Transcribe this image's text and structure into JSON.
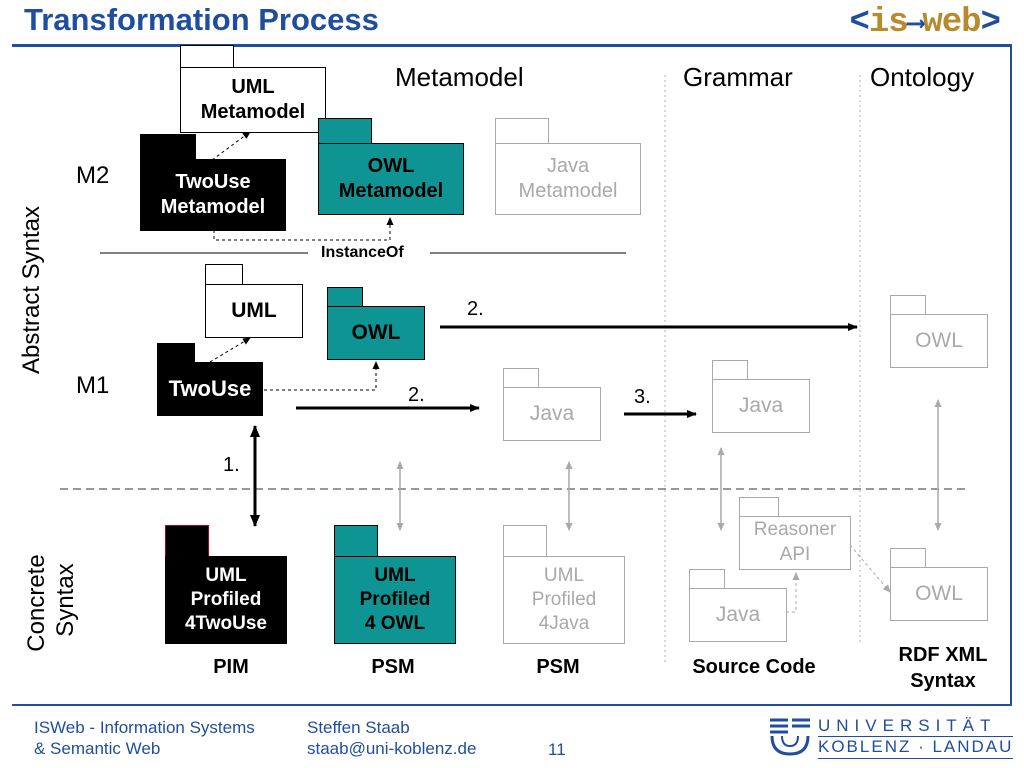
{
  "title": "Transformation Process",
  "logo": {
    "open": "<",
    "is": "is",
    "web": "web",
    "close": ">"
  },
  "columns": {
    "metamodel": "Metamodel",
    "grammar": "Grammar",
    "ontology": "Ontology"
  },
  "levels": {
    "m2": "M2",
    "m1": "M1"
  },
  "side_labels": {
    "abstract": "Abstract Syntax",
    "concrete_1": "Concrete",
    "concrete_2": "Syntax"
  },
  "packages": {
    "uml_metamodel": "UML\nMetamodel",
    "twouse_metamodel": "TwoUse\nMetamodel",
    "owl_metamodel": "OWL\nMetamodel",
    "java_metamodel": "Java\nMetamodel",
    "uml": "UML",
    "owl_m1": "OWL",
    "twouse": "TwoUse",
    "java_m1": "Java",
    "java_grammar": "Java",
    "owl_ontology": "OWL",
    "reasoner_api": "Reasoner\nAPI",
    "java_source": "Java",
    "owl_rdf": "OWL",
    "uml_profiled_twouse": "UML\nProfiled\n4TwoUse",
    "uml_profiled_owl": "UML\nProfiled\n4 OWL",
    "uml_profiled_java": "UML\nProfiled\n4Java"
  },
  "labels": {
    "instanceof": "InstanceOf",
    "step1": "1.",
    "step2_top": "2.",
    "step2_bottom": "2.",
    "step3": "3."
  },
  "bottom": {
    "pim": "PIM",
    "psm1": "PSM",
    "psm2": "PSM",
    "source_code": "Source Code",
    "rdf_1": "RDF XML",
    "rdf_2": "Syntax"
  },
  "footer": {
    "org_1": "ISWeb - Information Systems",
    "org_2": "& Semantic Web",
    "author": "Steffen Staab",
    "email": "staab@uni-koblenz.de",
    "page": "11"
  },
  "university": {
    "line1": "UNIVERSITÄT",
    "line2": "KOBLENZ · LANDAU"
  },
  "colors": {
    "accent": "#1f4e9f",
    "teal": "#0f9494",
    "grey": "#a9a9a9",
    "gold": "#b88a2c"
  }
}
